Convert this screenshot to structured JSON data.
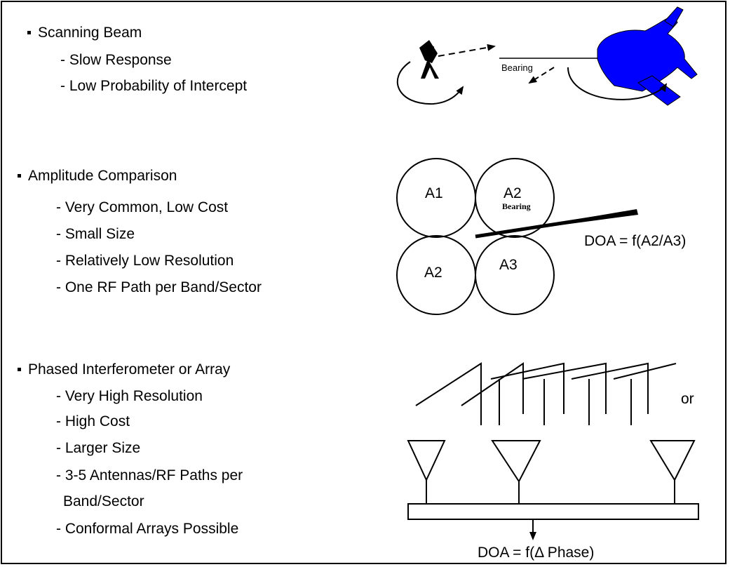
{
  "sections": [
    {
      "heading": "Scanning Beam",
      "items": [
        "- Slow Response",
        "- Low Probability of Intercept"
      ]
    },
    {
      "heading": "Amplitude Comparison",
      "items": [
        "- Very Common, Low Cost",
        "- Small Size",
        "- Relatively Low Resolution",
        "- One RF Path per Band/Sector"
      ]
    },
    {
      "heading": "Phased Interferometer or Array",
      "items": [
        "- Very High Resolution",
        "- High Cost",
        "- Larger Size",
        "- 3-5 Antennas/RF Paths per",
        "Band/Sector",
        "- Conformal Arrays Possible"
      ]
    }
  ],
  "diagram": {
    "scan_bearing_label": "Bearing",
    "circles": [
      "A1",
      "A2",
      "A2",
      "A3"
    ],
    "amp_bearing_label": "Bearing",
    "amp_formula": "DOA = f(A2/A3)",
    "or_label": "or",
    "phase_formula": "DOA = f(Δ Phase)",
    "aircraft_color": "#0000ff"
  }
}
